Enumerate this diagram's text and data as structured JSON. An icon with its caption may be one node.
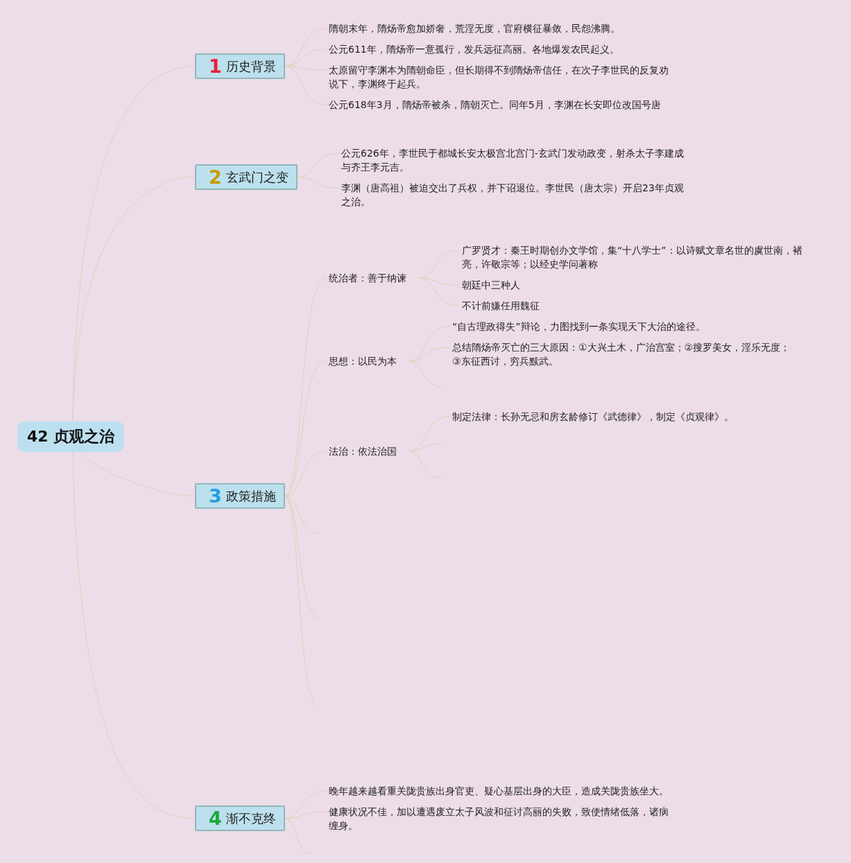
{
  "diagram": {
    "nodes": [
      {
        "text": [
          "42 贞观之治"
        ]
      },
      {
        "text": [
          "1",
          "历史背景"
        ]
      },
      {
        "text": [
          "隋朝末年，隋炀帝愈加娇奢，荒淫无度，官府横征暴敛，民怨沸腾。"
        ]
      },
      {
        "text": [
          "公元611年，隋炀帝一意孤行，发兵远征高丽。各地爆发农民起义。"
        ]
      },
      {
        "text": [
          "太原留守李渊本为隋朝命臣，但长期得不到隋炀帝信任，在次子李世民的反复劝说下，李渊终于起兵。"
        ]
      },
      {
        "text": [
          "公元618年3月，隋炀帝被杀，隋朝灭亡。同年5月，李渊在长安即位改国号唐"
        ]
      },
      {
        "text": [
          "2",
          "玄武门之变"
        ]
      },
      {
        "text": [
          "公元626年，李世民于都城长安太极宫北宫门-玄武门发动政变，射杀太子李建成与齐王李元吉。"
        ]
      },
      {
        "text": [
          "李渊（唐高祖）被迫交出了兵权，并下诏退位。李世民（唐太宗）开启23年贞观之治。"
        ]
      },
      {
        "text": [
          "3",
          "政策措施"
        ]
      },
      {
        "text": [
          "统治者：善于纳谏"
        ]
      },
      {
        "text": [
          "广罗贤才：秦王时期创办文学馆，集“十八学士”：以诗赋文章名世的虞世南，褚亮，许敬宗等；以经史学问著称"
        ]
      },
      {
        "text": [
          "朝廷中三种人"
        ]
      },
      {
        "text": [
          "不计前嫌任用魏征"
        ]
      },
      {
        "text": [
          "思想：以民为本"
        ]
      },
      {
        "text": [
          "“自古理政得失”辩论，力图找到一条实现天下大治的途径。"
        ]
      },
      {
        "text": [
          "总结隋炀帝灭亡的三大原因：①大兴土木，广治宫室；②搜罗美女，淫乐无度；③东征西讨，穷兵黩武。"
        ]
      },
      {
        "text": [
          "法治：依法治国"
        ]
      },
      {
        "text": [
          "制定法律：长孙无忌和房玄龄修订《武德律》，制定《贞观律》。"
        ]
      },
      {
        "text": [
          "4",
          "渐不克终"
        ]
      },
      {
        "text": [
          "晚年越来越看重关陇贵族出身官吏、疑心基层出身的大臣，造成关陇贵族坐大。"
        ]
      },
      {
        "text": [
          "健康状况不佳，加以遭遇废立太子风波和征讨高丽的失败，致使情绪低落，诸病缠身。"
        ]
      }
    ],
    "edges": [
      {
        "from": 0,
        "to": 1,
        "arrow": "none"
      },
      {
        "from": 0,
        "to": 6,
        "arrow": "none"
      },
      {
        "from": 0,
        "to": 9,
        "arrow": "none"
      },
      {
        "from": 0,
        "to": 19,
        "arrow": "none"
      },
      {
        "from": 1,
        "to": 2,
        "arrow": "none"
      },
      {
        "from": 1,
        "to": 3,
        "arrow": "none"
      },
      {
        "from": 1,
        "to": 4,
        "arrow": "none"
      },
      {
        "from": 1,
        "to": 5,
        "arrow": "none"
      },
      {
        "from": 6,
        "to": 7,
        "arrow": "none"
      },
      {
        "from": 6,
        "to": 8,
        "arrow": "none"
      },
      {
        "from": 9,
        "to": 10,
        "arrow": "none"
      },
      {
        "from": 9,
        "to": 14,
        "arrow": "none"
      },
      {
        "from": 9,
        "to": 17,
        "arrow": "none"
      },
      {
        "from": 9,
        "to": null,
        "arrow": "none"
      },
      {
        "from": 9,
        "to": null,
        "arrow": "none"
      },
      {
        "from": 9,
        "to": null,
        "arrow": "none"
      },
      {
        "from": 10,
        "to": 11,
        "arrow": "none"
      },
      {
        "from": 10,
        "to": 12,
        "arrow": "none"
      },
      {
        "from": 10,
        "to": 13,
        "arrow": "none"
      },
      {
        "from": 14,
        "to": 15,
        "arrow": "none"
      },
      {
        "from": 14,
        "to": 16,
        "arrow": "none"
      },
      {
        "from": 14,
        "to": null,
        "arrow": "none"
      },
      {
        "from": 17,
        "to": 18,
        "arrow": "none"
      },
      {
        "from": 17,
        "to": null,
        "arrow": "none"
      },
      {
        "from": 17,
        "to": null,
        "arrow": "none"
      },
      {
        "from": 19,
        "to": 20,
        "arrow": "none"
      },
      {
        "from": 19,
        "to": 21,
        "arrow": "none"
      },
      {
        "from": 19,
        "to": null,
        "arrow": "none"
      }
    ]
  }
}
